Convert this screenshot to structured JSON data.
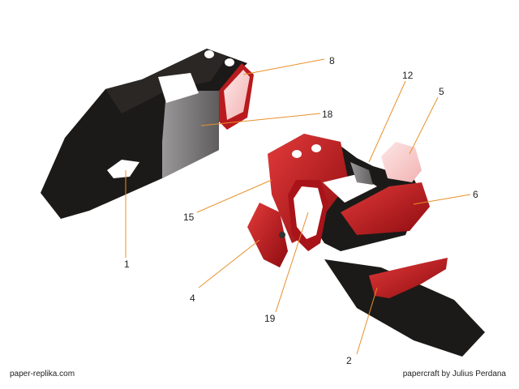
{
  "footer": {
    "left": "paper-replika.com",
    "right": "papercraft by Julius Perdana"
  },
  "callouts": [
    "8",
    "12",
    "5",
    "18",
    "6",
    "15",
    "1",
    "4",
    "19",
    "2"
  ],
  "colors": {
    "leader": "#e8902a",
    "red": "#c4141a",
    "black": "#1c1a18",
    "grey": "#7a7878"
  }
}
